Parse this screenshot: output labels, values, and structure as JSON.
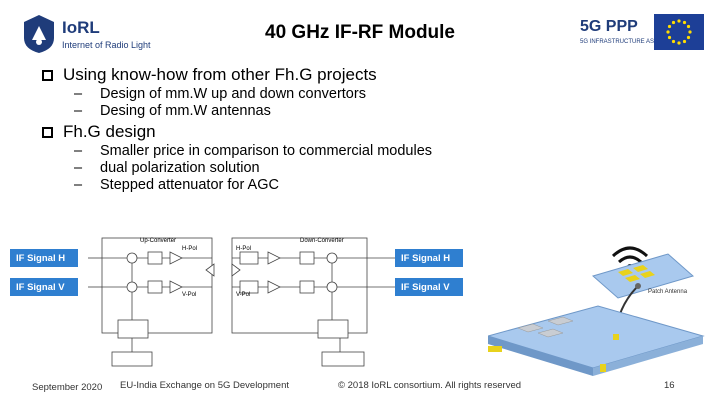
{
  "header": {
    "logo_name": "IoRL",
    "logo_tagline": "Internet of Radio Light",
    "title": "40 GHz IF-RF Module",
    "partner_logo": "5G PPP",
    "partner_tagline": "5G INFRASTRUCTURE ASSOCIATION"
  },
  "bullets": [
    {
      "text": "Using know-how from other Fh.G projects",
      "subs": [
        "Design of mm.W up and down convertors",
        "Desing of mm.W antennas"
      ]
    },
    {
      "text": "Fh.G design",
      "subs": [
        "Smaller price in comparison to commercial modules",
        "dual polarization solution",
        "Stepped attenuator for AGC"
      ]
    }
  ],
  "diagram": {
    "left_h": "IF Signal H",
    "left_v": "IF Signal V",
    "right_h": "IF Signal H",
    "right_v": "IF Signal V",
    "upconverter": "Up-Converter",
    "downconverter": "Down-Converter",
    "hpol_left": "H-Pol",
    "vpol_left": "V-Pol",
    "hpol_right": "H-Pol",
    "vpol_right": "V-Pol",
    "patch_antenna": "Patch Antenna"
  },
  "footer": {
    "date": "September 2020",
    "event": "EU-India Exchange on 5G Development",
    "copyright": "© 2018 IoRL consortium. All rights reserved",
    "page": "16"
  },
  "colors": {
    "signal_box": "#2f7fd0",
    "brand_blue": "#1f3c7a",
    "eu_blue": "#1d3f97"
  }
}
